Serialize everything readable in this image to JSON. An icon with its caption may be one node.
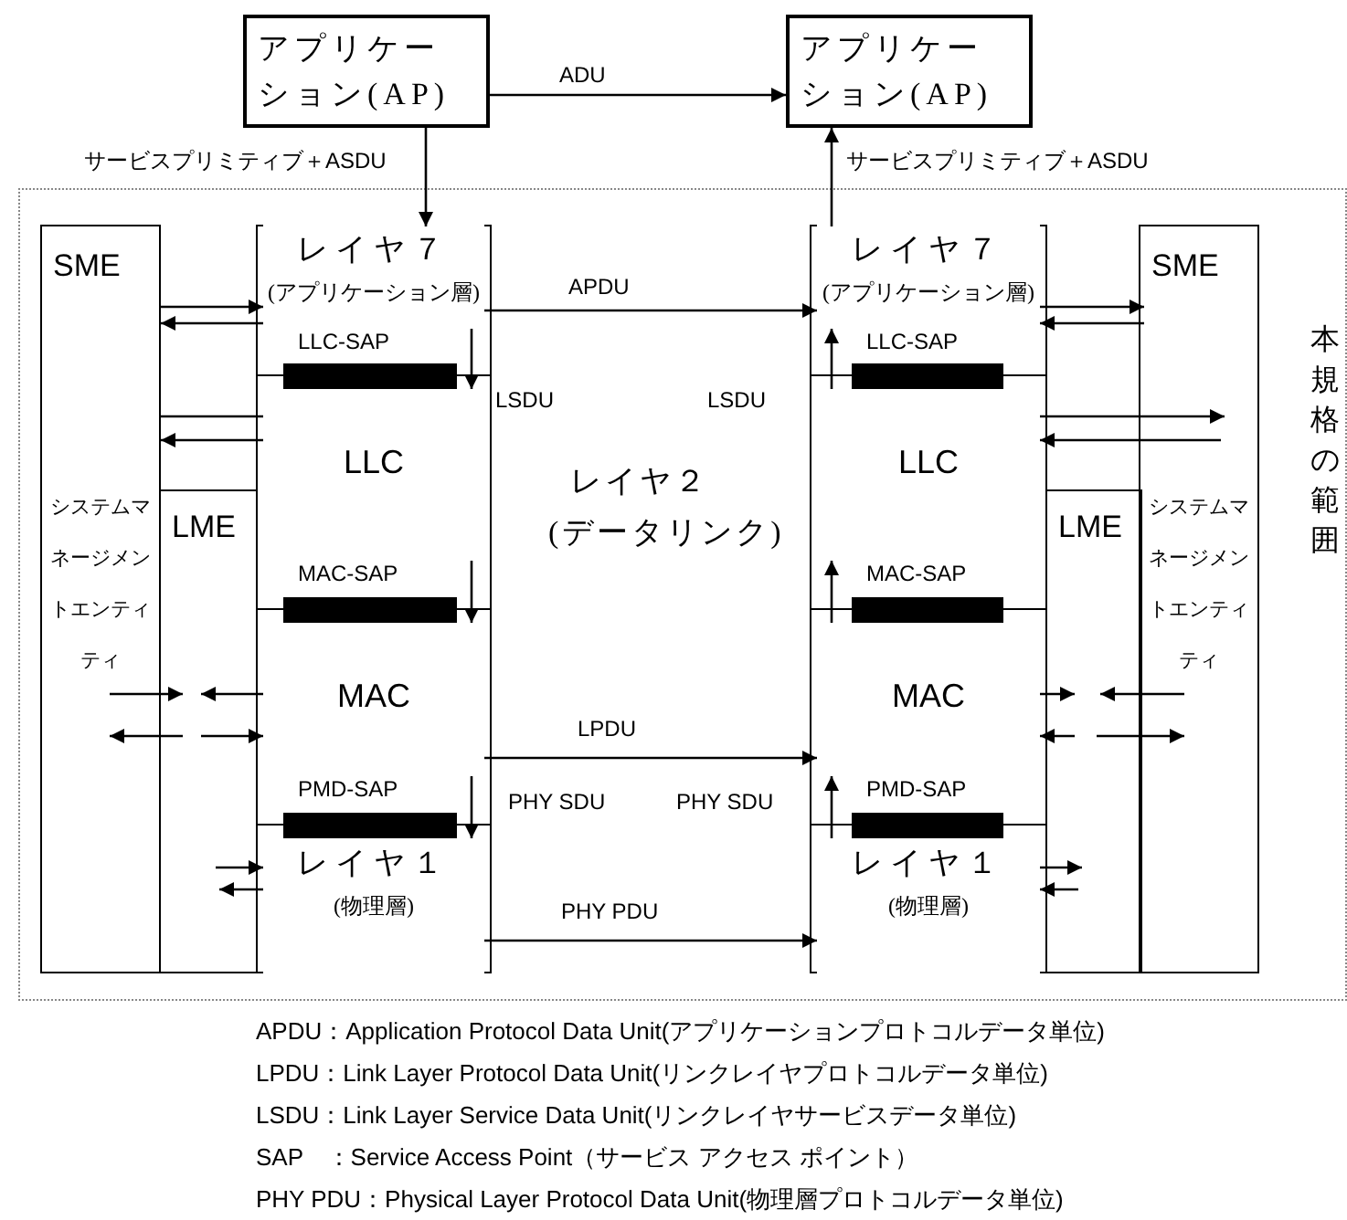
{
  "diagram": {
    "nodes": [
      {
        "text": [
          "アプリケーション(AP)"
        ]
      },
      {
        "text": [
          "アプリケーション(AP)"
        ]
      },
      {
        "text": [
          "本規格の範囲"
        ]
      },
      {
        "text": [
          "SME",
          "システムマネージメントエンティティ"
        ],
        "in": 2
      },
      {
        "text": [
          "LME"
        ],
        "in": 2
      },
      {
        "text": [],
        "shape": "box",
        "in": 2
      },
      {
        "text": [
          "レイヤ７",
          "(アプリケーション層)"
        ],
        "in": 5
      },
      {
        "text": [
          "LLC-SAP"
        ],
        "in": 5
      },
      {
        "text": [
          "LLC"
        ],
        "in": 5
      },
      {
        "text": [
          "MAC-SAP"
        ],
        "in": 5
      },
      {
        "text": [
          "MAC"
        ],
        "in": 5
      },
      {
        "text": [
          "PMD-SAP"
        ],
        "in": 5
      },
      {
        "text": [
          "レイヤ１",
          "(物理層)"
        ],
        "in": 5
      },
      {
        "text": [],
        "shape": "box",
        "in": 2
      },
      {
        "text": [
          "レイヤ７",
          "(アプリケーション層)"
        ],
        "in": 13
      },
      {
        "text": [
          "LLC-SAP"
        ],
        "in": 13
      },
      {
        "text": [
          "LLC"
        ],
        "in": 13
      },
      {
        "text": [
          "MAC-SAP"
        ],
        "in": 13
      },
      {
        "text": [
          "MAC"
        ],
        "in": 13
      },
      {
        "text": [
          "PMD-SAP"
        ],
        "in": 13
      },
      {
        "text": [
          "レイヤ１",
          "(物理層)"
        ],
        "in": 13
      },
      {
        "text": [
          "LME"
        ],
        "in": 2
      },
      {
        "text": [
          "SME",
          "システムマネージメントエンティティ"
        ],
        "in": 2
      }
    ],
    "edges": [
      {
        "from": 0,
        "to": 1,
        "arrow": "to",
        "label": "ADU"
      },
      {
        "from": 0,
        "to": 6,
        "arrow": "to",
        "label": "サービスプリミティブ＋ASDU"
      },
      {
        "from": 14,
        "to": 1,
        "arrow": "to",
        "label": "サービスプリミティブ＋ASDU"
      },
      {
        "from": 6,
        "to": 14,
        "arrow": "to",
        "label": "APDU"
      },
      {
        "from": 3,
        "to": 6,
        "arrow": "to"
      },
      {
        "from": 6,
        "to": 3,
        "arrow": "to"
      },
      {
        "from": 3,
        "to": 8,
        "arrow": "none"
      },
      {
        "from": 8,
        "to": 3,
        "arrow": "to"
      },
      {
        "from": 6,
        "to": 8,
        "arrow": "to",
        "label": "LSDU"
      },
      {
        "from": 8,
        "to": 10,
        "arrow": "to"
      },
      {
        "from": 3,
        "to": 4,
        "arrow": "to"
      },
      {
        "from": 10,
        "to": 4,
        "arrow": "to"
      },
      {
        "from": 4,
        "to": 3,
        "arrow": "to"
      },
      {
        "from": 4,
        "to": 10,
        "arrow": "to"
      },
      {
        "from": 10,
        "to": 12,
        "arrow": "to",
        "label": "PHY SDU"
      },
      {
        "from": 4,
        "to": 12,
        "arrow": "to"
      },
      {
        "from": 12,
        "to": 4,
        "arrow": "to"
      },
      {
        "from": 10,
        "to": 18,
        "arrow": "to",
        "label": "LPDU"
      },
      {
        "from": 12,
        "to": 20,
        "arrow": "to",
        "label": "PHY PDU"
      },
      {
        "from": 16,
        "to": 14,
        "arrow": "to",
        "label": "LSDU"
      },
      {
        "from": 18,
        "to": 16,
        "arrow": "to"
      },
      {
        "from": 20,
        "to": 18,
        "arrow": "to",
        "label": "PHY SDU"
      },
      {
        "from": 14,
        "to": 22,
        "arrow": "to"
      },
      {
        "from": 22,
        "to": 14,
        "arrow": "to"
      },
      {
        "from": 16,
        "to": 22,
        "arrow": "to"
      },
      {
        "from": 22,
        "to": 16,
        "arrow": "to"
      },
      {
        "from": 18,
        "to": 21,
        "arrow": "to"
      },
      {
        "from": 22,
        "to": 21,
        "arrow": "to"
      },
      {
        "from": 21,
        "to": 18,
        "arrow": "to"
      },
      {
        "from": 21,
        "to": 22,
        "arrow": "to"
      },
      {
        "from": 20,
        "to": 21,
        "arrow": "to"
      },
      {
        "from": 21,
        "to": 20,
        "arrow": "to"
      }
    ],
    "labels": [
      "レイヤ２",
      "(データリンク)",
      "APDU：Application Protocol Data Unit(アプリケーションプロトコルデータ単位)",
      "LPDU：Link Layer Protocol Data Unit(リンクレイヤプロトコルデータ単位)",
      "LSDU：Link Layer Service Data Unit(リンクレイヤサービスデータ単位)",
      "SAP　：Service Access Point（サービス アクセス ポイント）",
      "PHY PDU：Physical Layer Protocol Data Unit(物理層プロトコルデータ単位)"
    ]
  }
}
